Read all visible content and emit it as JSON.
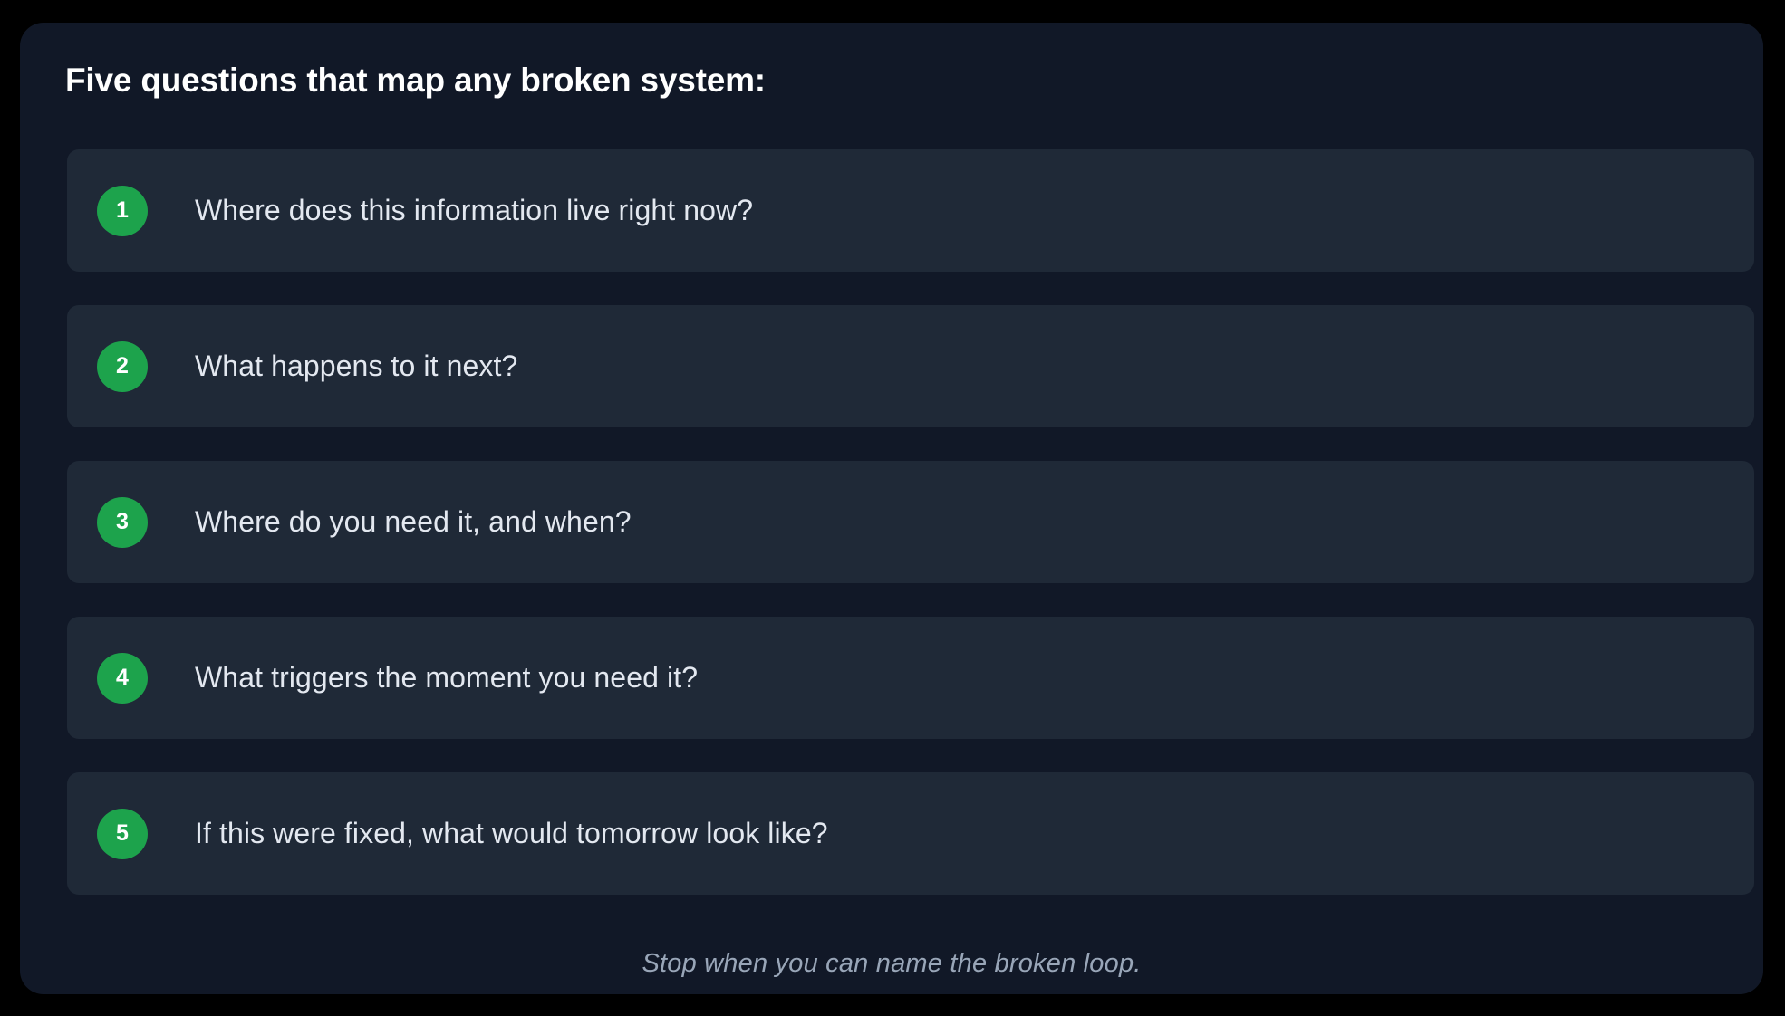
{
  "panel": {
    "title": "Five questions that map any broken system:",
    "footer_note": "Stop when you can name the broken loop.",
    "colors": {
      "page_background": "#000000",
      "panel_background": "#111827",
      "card_background": "#1F2937",
      "badge_green": "#1DA34C",
      "title_text": "#FFFFFF",
      "question_text": "#E3E8F0",
      "footer_text": "#99A6B8"
    }
  },
  "questions": [
    {
      "number": "1",
      "text": "Where does this information live right now?"
    },
    {
      "number": "2",
      "text": "What happens to it next?"
    },
    {
      "number": "3",
      "text": "Where do you need it, and when?"
    },
    {
      "number": "4",
      "text": "What triggers the moment you need it?"
    },
    {
      "number": "5",
      "text": "If this were fixed, what would tomorrow look like?"
    }
  ]
}
